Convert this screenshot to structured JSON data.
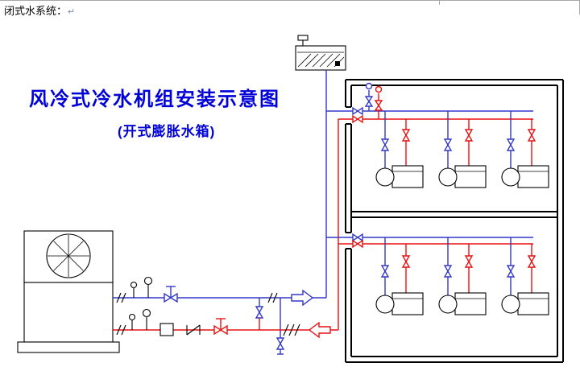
{
  "page": {
    "header_text": "闭式水系统：",
    "paragraph_mark": "↵"
  },
  "diagram": {
    "title": "风冷式冷水机组安装示意图",
    "subtitle": "(开式膨胀水箱)",
    "colors": {
      "title_blue": "#0000d8",
      "pipe_blue": "#3238c8",
      "pipe_red": "#e81010",
      "line_black": "#000000",
      "border_gray": "#a8a8a8"
    },
    "components": {
      "chiller": "air-cooled-chiller",
      "tank": "open-expansion-tank",
      "fan_coil_units": 6,
      "floors": 2
    }
  }
}
